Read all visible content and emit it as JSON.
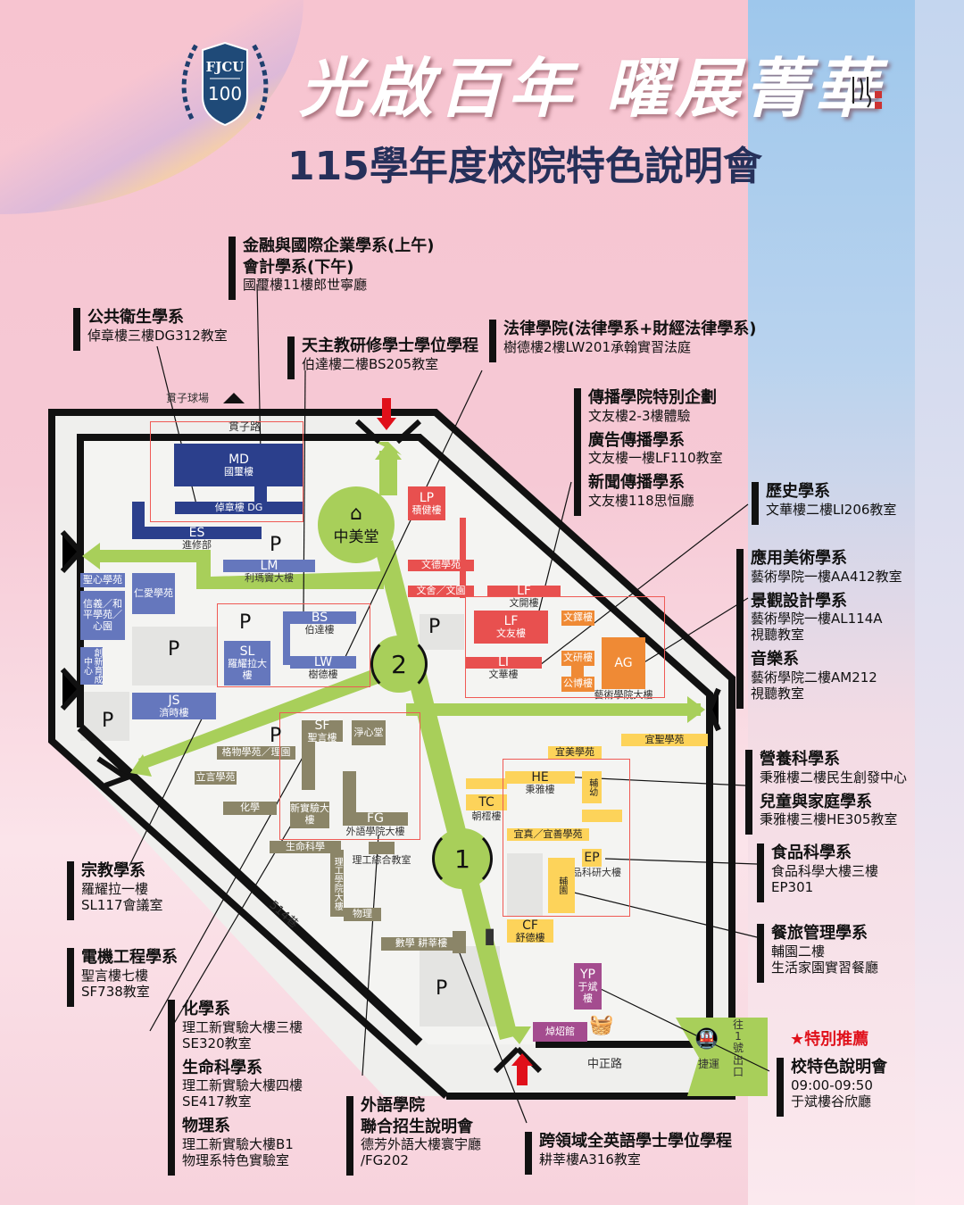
{
  "header": {
    "logo_text": "FJCU",
    "logo_number": "100",
    "calligraphy": "光啟百年 曜展菁華",
    "signature": "乙巳冬日 孫永忠",
    "subtitle": "115學年度校院特色說明會"
  },
  "map": {
    "roads": {
      "top": "貫子路",
      "court": "貫子球場",
      "bottom": "中正路",
      "lane": "514巷",
      "exit": "往1號出口",
      "mrt": "捷運"
    },
    "landmarks": {
      "hall": "中美堂",
      "roundabout_1": "1",
      "roundabout_2": "2",
      "parking": "P"
    },
    "buildings": [
      {
        "code": "MD",
        "name": "國璽樓"
      },
      {
        "code": "",
        "name": "倬章樓 DG"
      },
      {
        "code": "ES",
        "name": "進修部"
      },
      {
        "code": "LM",
        "name": "利瑪竇大樓"
      },
      {
        "code": "",
        "name": "聖心學苑"
      },
      {
        "code": "",
        "name": "信義／和平學苑／心園"
      },
      {
        "code": "",
        "name": "仁愛學苑"
      },
      {
        "code": "",
        "name": "創新育成中心"
      },
      {
        "code": "BS",
        "name": "伯達樓"
      },
      {
        "code": "LW",
        "name": "樹德樓"
      },
      {
        "code": "SL",
        "name": "羅耀拉大樓"
      },
      {
        "code": "JS",
        "name": "濟時樓"
      },
      {
        "code": "LP",
        "name": "積健樓"
      },
      {
        "code": "",
        "name": "文德學苑"
      },
      {
        "code": "",
        "name": "文舍／文園"
      },
      {
        "code": "LF",
        "name": "文開樓"
      },
      {
        "code": "LF",
        "name": "文友樓"
      },
      {
        "code": "LI",
        "name": "文華樓"
      },
      {
        "code": "",
        "name": "文鐸樓"
      },
      {
        "code": "",
        "name": "文研樓"
      },
      {
        "code": "",
        "name": "公博樓"
      },
      {
        "code": "AG",
        "name": "藝術學院大樓"
      },
      {
        "code": "SF",
        "name": "聖言樓"
      },
      {
        "code": "",
        "name": "淨心堂"
      },
      {
        "code": "",
        "name": "格物學苑／理園"
      },
      {
        "code": "",
        "name": "立言學苑"
      },
      {
        "code": "",
        "name": "化學"
      },
      {
        "code": "",
        "name": "新實驗大樓"
      },
      {
        "code": "FG",
        "name": "外語學院大樓"
      },
      {
        "code": "",
        "name": "理工綜合教室"
      },
      {
        "code": "",
        "name": "生命科學"
      },
      {
        "code": "",
        "name": "理工學院大樓"
      },
      {
        "code": "",
        "name": "物理"
      },
      {
        "code": "",
        "name": "數學 耕莘樓"
      },
      {
        "code": "",
        "name": "宜聖學苑"
      },
      {
        "code": "",
        "name": "宜美學苑"
      },
      {
        "code": "HE",
        "name": "秉雅樓"
      },
      {
        "code": "",
        "name": "輔幼"
      },
      {
        "code": "TC",
        "name": "朝橒樓"
      },
      {
        "code": "",
        "name": "宜真／宜善學苑"
      },
      {
        "code": "EP",
        "name": "食品科研大樓"
      },
      {
        "code": "",
        "name": "輔園"
      },
      {
        "code": "CF",
        "name": "舒德樓"
      },
      {
        "code": "YP",
        "name": "于斌樓"
      },
      {
        "code": "",
        "name": "焯炤館"
      }
    ]
  },
  "callouts": [
    {
      "id": "finance",
      "groups": [
        {
          "title": "金融與國際企業學系(上午)",
          "lines": []
        },
        {
          "title": "會計學系(下午)",
          "lines": [
            "國璽樓11樓郎世寧廳"
          ]
        }
      ]
    },
    {
      "id": "public-health",
      "groups": [
        {
          "title": "公共衛生學系",
          "lines": [
            "倬章樓三樓DG312教室"
          ]
        }
      ]
    },
    {
      "id": "catholic",
      "groups": [
        {
          "title": "天主教研修學士學位學程",
          "lines": [
            "伯達樓二樓BS205教室"
          ]
        }
      ]
    },
    {
      "id": "law",
      "groups": [
        {
          "title": "法律學院(法律學系+財經法律學系)",
          "lines": [
            "樹德樓2樓LW201承翰實習法庭"
          ]
        }
      ]
    },
    {
      "id": "communication",
      "groups": [
        {
          "title": "傳播學院特別企劃",
          "lines": [
            "文友樓2-3樓體驗"
          ]
        },
        {
          "title": "廣告傳播學系",
          "lines": [
            "文友樓一樓LF110教室"
          ]
        },
        {
          "title": "新聞傳播學系",
          "lines": [
            "文友樓118思恒廳"
          ]
        }
      ]
    },
    {
      "id": "history",
      "groups": [
        {
          "title": "歷史學系",
          "lines": [
            "文華樓二樓LI206教室"
          ]
        }
      ]
    },
    {
      "id": "arts",
      "groups": [
        {
          "title": "應用美術學系",
          "lines": [
            "藝術學院一樓AA412教室"
          ]
        },
        {
          "title": "景觀設計學系",
          "lines": [
            "藝術學院一樓AL114A",
            "視聽教室"
          ]
        },
        {
          "title": "音樂系",
          "lines": [
            "藝術學院二樓AM212",
            "視聽教室"
          ]
        }
      ]
    },
    {
      "id": "nutrition",
      "groups": [
        {
          "title": "營養科學系",
          "lines": [
            "秉雅樓二樓民生創發中心"
          ]
        },
        {
          "title": "兒童與家庭學系",
          "lines": [
            "秉雅樓三樓HE305教室"
          ]
        }
      ]
    },
    {
      "id": "food",
      "groups": [
        {
          "title": "食品科學系",
          "lines": [
            "食品科學大樓三樓",
            "EP301"
          ]
        }
      ]
    },
    {
      "id": "hospitality",
      "groups": [
        {
          "title": "餐旅管理學系",
          "lines": [
            "輔園二樓",
            "生活家園實習餐廳"
          ]
        }
      ]
    },
    {
      "id": "featured",
      "groups": [
        {
          "title": "校特色說明會",
          "lines": [
            "09:00-09:50",
            "于斌樓谷欣廳"
          ]
        }
      ]
    },
    {
      "id": "english",
      "groups": [
        {
          "title": "跨領域全英語學士學位學程",
          "lines": [
            "耕莘樓A316教室"
          ]
        }
      ]
    },
    {
      "id": "foreign-lang",
      "groups": [
        {
          "title": "外語學院",
          "lines": []
        },
        {
          "title": "聯合招生說明會",
          "lines": [
            "德芳外語大樓寰宇廳",
            "/FG202"
          ]
        }
      ]
    },
    {
      "id": "science",
      "groups": [
        {
          "title": "化學系",
          "lines": [
            "理工新實驗大樓三樓",
            "SE320教室"
          ]
        },
        {
          "title": "生命科學系",
          "lines": [
            "理工新實驗大樓四樓",
            "SE417教室"
          ]
        },
        {
          "title": "物理系",
          "lines": [
            "理工新實驗大樓B1",
            "物理系特色實驗室"
          ]
        }
      ]
    },
    {
      "id": "ee",
      "groups": [
        {
          "title": "電機工程學系",
          "lines": [
            "聖言樓七樓",
            "SF738教室"
          ]
        }
      ]
    },
    {
      "id": "religion",
      "groups": [
        {
          "title": "宗教學系",
          "lines": [
            "羅耀拉一樓",
            "SL117會議室"
          ]
        }
      ]
    }
  ],
  "featured_badge": "特別推薦",
  "colors": {
    "green": "#a8cf5a",
    "navy": "#2b3f8c",
    "red": "#e8504f",
    "orange": "#ef8a35",
    "olive": "#8b8568",
    "yellow": "#fdd35a",
    "purple": "#a44c8f"
  }
}
